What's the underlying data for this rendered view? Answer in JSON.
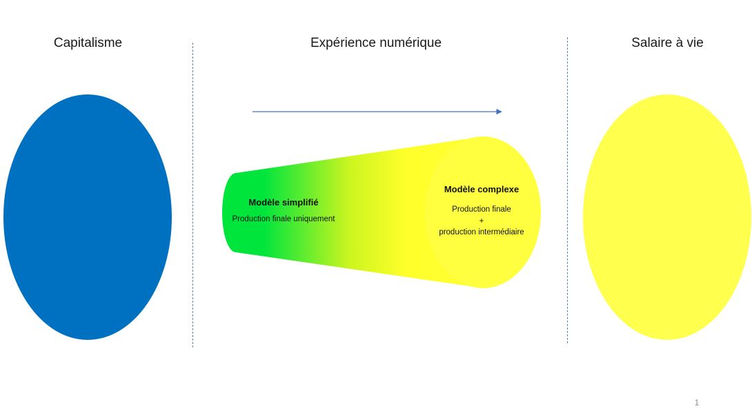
{
  "columns": {
    "left_title": "Capitalisme",
    "center_title": "Expérience numérique",
    "right_title": "Salaire à vie"
  },
  "models": {
    "simple": {
      "title": "Modèle simplifié",
      "description": "Production finale uniquement"
    },
    "complex": {
      "title": "Modèle complexe",
      "line1": "Production finale",
      "plus": "+",
      "line2": "production intermédiaire"
    }
  },
  "colors": {
    "capitalism_ellipse": "#0070c0",
    "salaire_ellipse": "#ffff4d",
    "cylinder_start": "#00e53c",
    "cylinder_end": "#ffff40",
    "arrow": "#4472c4",
    "divider": "#5b7fb6"
  },
  "page_number": "1"
}
